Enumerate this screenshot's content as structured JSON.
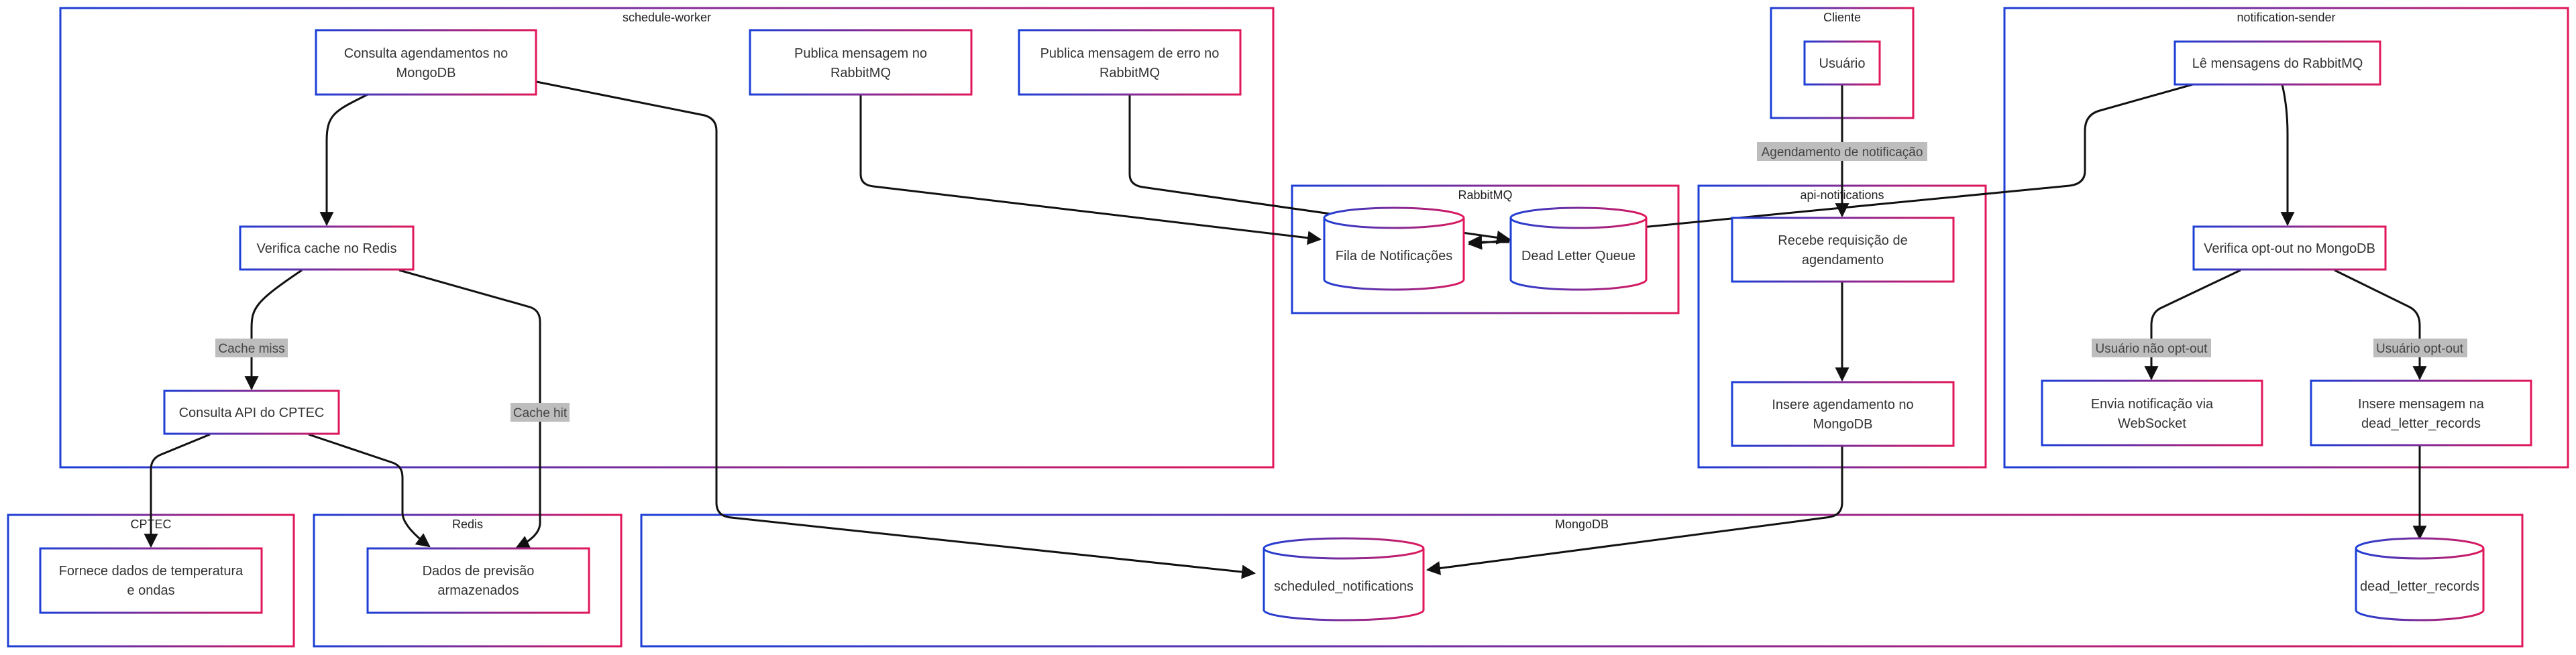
{
  "clusters": {
    "schedule_worker": "schedule-worker",
    "cliente": "Cliente",
    "notification_sender": "notification-sender",
    "rabbitmq": "RabbitMQ",
    "api_notifications": "api-notifications",
    "cptec": "CPTEC",
    "redis": "Redis",
    "mongodb": "MongoDB"
  },
  "nodes": {
    "consulta_agendamentos": [
      "Consulta agendamentos no",
      "MongoDB"
    ],
    "publica_mensagem": [
      "Publica mensagem no",
      "RabbitMQ"
    ],
    "publica_erro": [
      "Publica mensagem de erro no",
      "RabbitMQ"
    ],
    "verifica_cache": [
      "Verifica cache no Redis"
    ],
    "consulta_api": [
      "Consulta API do CPTEC"
    ],
    "usuario": [
      "Usuário"
    ],
    "le_mensagens": [
      "Lê mensagens do RabbitMQ"
    ],
    "verifica_optout": [
      "Verifica opt-out no MongoDB"
    ],
    "envia_notificacao": [
      "Envia notificação via",
      "WebSocket"
    ],
    "insere_mensagem": [
      "Insere mensagem na",
      "dead_letter_records"
    ],
    "fila_notificacoes": [
      "Fila de Notificações"
    ],
    "dead_letter_queue": [
      "Dead Letter Queue"
    ],
    "recebe_requisicao": [
      "Recebe requisição de",
      "agendamento"
    ],
    "insere_agendamento": [
      "Insere agendamento no",
      "MongoDB"
    ],
    "fornece_dados": [
      "Fornece dados de temperatura",
      "e ondas"
    ],
    "dados_previsao": [
      "Dados de previsão",
      "armazenados"
    ],
    "scheduled_notifications": [
      "scheduled_notifications"
    ],
    "dead_letter_records": [
      "dead_letter_records"
    ]
  },
  "edge_labels": {
    "cache_miss": "Cache miss",
    "cache_hit": "Cache hit",
    "agendamento_notificacao": "Agendamento de notificação",
    "usuario_nao_optout": "Usuário não opt-out",
    "usuario_optout": "Usuário opt-out"
  },
  "colors": {
    "gradient_start": "#1d3fd6",
    "gradient_end": "#e0175a",
    "edge": "#111111",
    "label_bg": "#bdbdbd"
  }
}
